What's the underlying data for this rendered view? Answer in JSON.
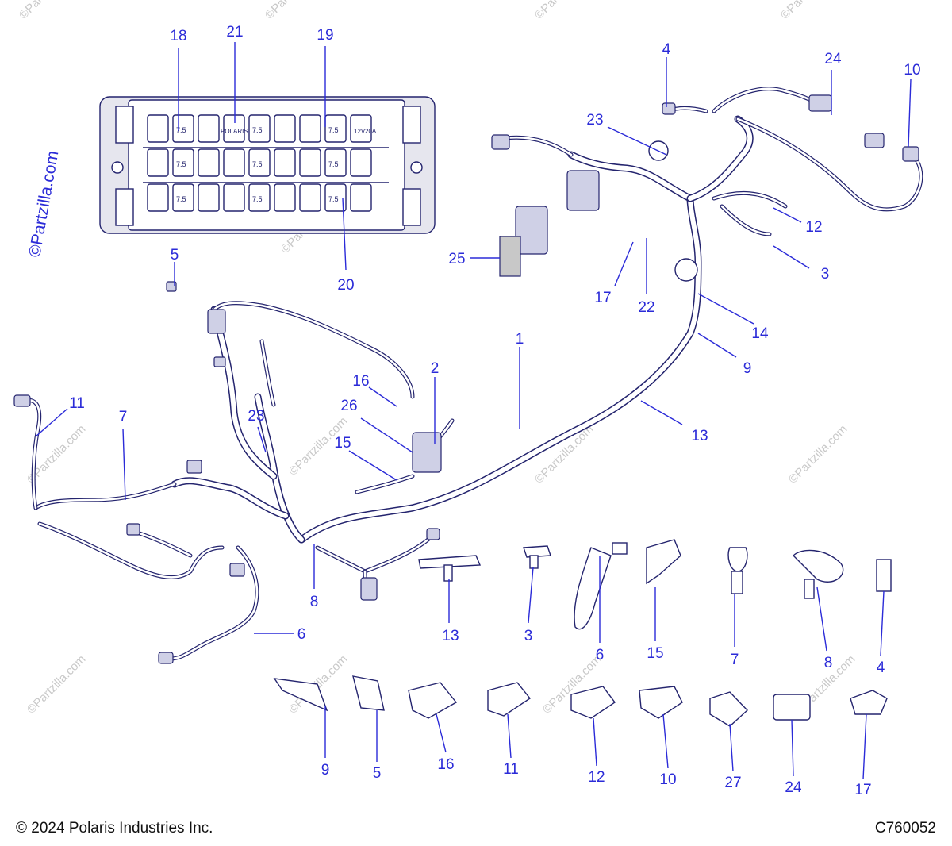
{
  "diagram": {
    "side_watermark": "©Partzilla.com",
    "watermark_text": "©Partzilla.com",
    "callouts": [
      {
        "id": "c18",
        "label": "18"
      },
      {
        "id": "c21",
        "label": "21"
      },
      {
        "id": "c19",
        "label": "19"
      },
      {
        "id": "c20",
        "label": "20"
      },
      {
        "id": "c4a",
        "label": "4"
      },
      {
        "id": "c24a",
        "label": "24"
      },
      {
        "id": "c10a",
        "label": "10"
      },
      {
        "id": "c23a",
        "label": "23"
      },
      {
        "id": "c12a",
        "label": "12"
      },
      {
        "id": "c3a",
        "label": "3"
      },
      {
        "id": "c25",
        "label": "25"
      },
      {
        "id": "c17a",
        "label": "17"
      },
      {
        "id": "c22",
        "label": "22"
      },
      {
        "id": "c14",
        "label": "14"
      },
      {
        "id": "c9a",
        "label": "9"
      },
      {
        "id": "c5a",
        "label": "5"
      },
      {
        "id": "c1",
        "label": "1"
      },
      {
        "id": "c2",
        "label": "2"
      },
      {
        "id": "c16a",
        "label": "16"
      },
      {
        "id": "c26",
        "label": "26"
      },
      {
        "id": "c13a",
        "label": "13"
      },
      {
        "id": "c11a",
        "label": "11"
      },
      {
        "id": "c7a",
        "label": "7"
      },
      {
        "id": "c23b",
        "label": "23"
      },
      {
        "id": "c15a",
        "label": "15"
      },
      {
        "id": "c8a",
        "label": "8"
      },
      {
        "id": "c6a",
        "label": "6"
      },
      {
        "id": "c13b",
        "label": "13"
      },
      {
        "id": "c3b",
        "label": "3"
      },
      {
        "id": "c6b",
        "label": "6"
      },
      {
        "id": "c15b",
        "label": "15"
      },
      {
        "id": "c7b",
        "label": "7"
      },
      {
        "id": "c8b",
        "label": "8"
      },
      {
        "id": "c4b",
        "label": "4"
      },
      {
        "id": "c9b",
        "label": "9"
      },
      {
        "id": "c5b",
        "label": "5"
      },
      {
        "id": "c16b",
        "label": "16"
      },
      {
        "id": "c11b",
        "label": "11"
      },
      {
        "id": "c12b",
        "label": "12"
      },
      {
        "id": "c10b",
        "label": "10"
      },
      {
        "id": "c27",
        "label": "27"
      },
      {
        "id": "c24b",
        "label": "24"
      },
      {
        "id": "c17b",
        "label": "17"
      }
    ],
    "fuse_marks": [
      "7.5",
      "POLARIS",
      "20A",
      "12V"
    ]
  },
  "footer": {
    "copyright": "© 2024 Polaris Industries Inc.",
    "diagram_code": "C760052"
  }
}
